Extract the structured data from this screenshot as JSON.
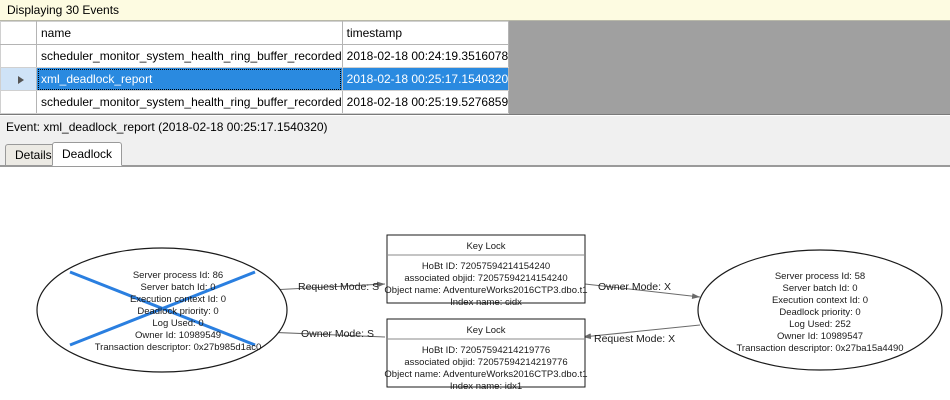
{
  "infobar": {
    "text": "Displaying 30 Events"
  },
  "grid": {
    "columns": [
      "",
      "name",
      "timestamp"
    ],
    "rows": [
      {
        "selected": false,
        "name": "scheduler_monitor_system_health_ring_buffer_recorded",
        "timestamp": "2018-02-18 00:24:19.3516078"
      },
      {
        "selected": true,
        "name": "xml_deadlock_report",
        "timestamp": "2018-02-18 00:25:17.1540320"
      },
      {
        "selected": false,
        "name": "scheduler_monitor_system_health_ring_buffer_recorded",
        "timestamp": "2018-02-18 00:25:19.5276859"
      }
    ]
  },
  "event_header": {
    "text": "Event: xml_deadlock_report (2018-02-18 00:25:17.1540320)"
  },
  "tabs": [
    {
      "label": "Details",
      "active": false
    },
    {
      "label": "Deadlock",
      "active": true
    }
  ],
  "deadlock": {
    "victim_marker_color": "#2a7fe0",
    "process_left": {
      "lines": [
        "Server process Id: 86",
        "Server batch Id: 0",
        "Execution context Id: 0",
        "Deadlock priority: 0",
        "Log Used: 0",
        "Owner Id: 10989549",
        "Transaction descriptor: 0x27b985d1ac0"
      ]
    },
    "process_right": {
      "lines": [
        "Server process Id: 58",
        "Server batch Id: 0",
        "Execution context Id: 0",
        "Deadlock priority: 0",
        "Log Used: 252",
        "Owner Id: 10989547",
        "Transaction descriptor: 0x27ba15a4490"
      ]
    },
    "resource_top": {
      "title": "Key Lock",
      "lines": [
        "HoBt ID: 72057594214154240",
        "associated objid: 72057594214154240",
        "Object name: AdventureWorks2016CTP3.dbo.t1",
        "Index name: cidx"
      ]
    },
    "resource_bottom": {
      "title": "Key Lock",
      "lines": [
        "HoBt ID: 72057594214219776",
        "associated objid: 72057594214219776",
        "Object name: AdventureWorks2016CTP3.dbo.t1",
        "Index name: idx1"
      ]
    },
    "edges": [
      {
        "label": "Request Mode: S"
      },
      {
        "label": "Owner Mode: X"
      },
      {
        "label": "Owner Mode: S"
      },
      {
        "label": "Request Mode: X"
      }
    ]
  }
}
